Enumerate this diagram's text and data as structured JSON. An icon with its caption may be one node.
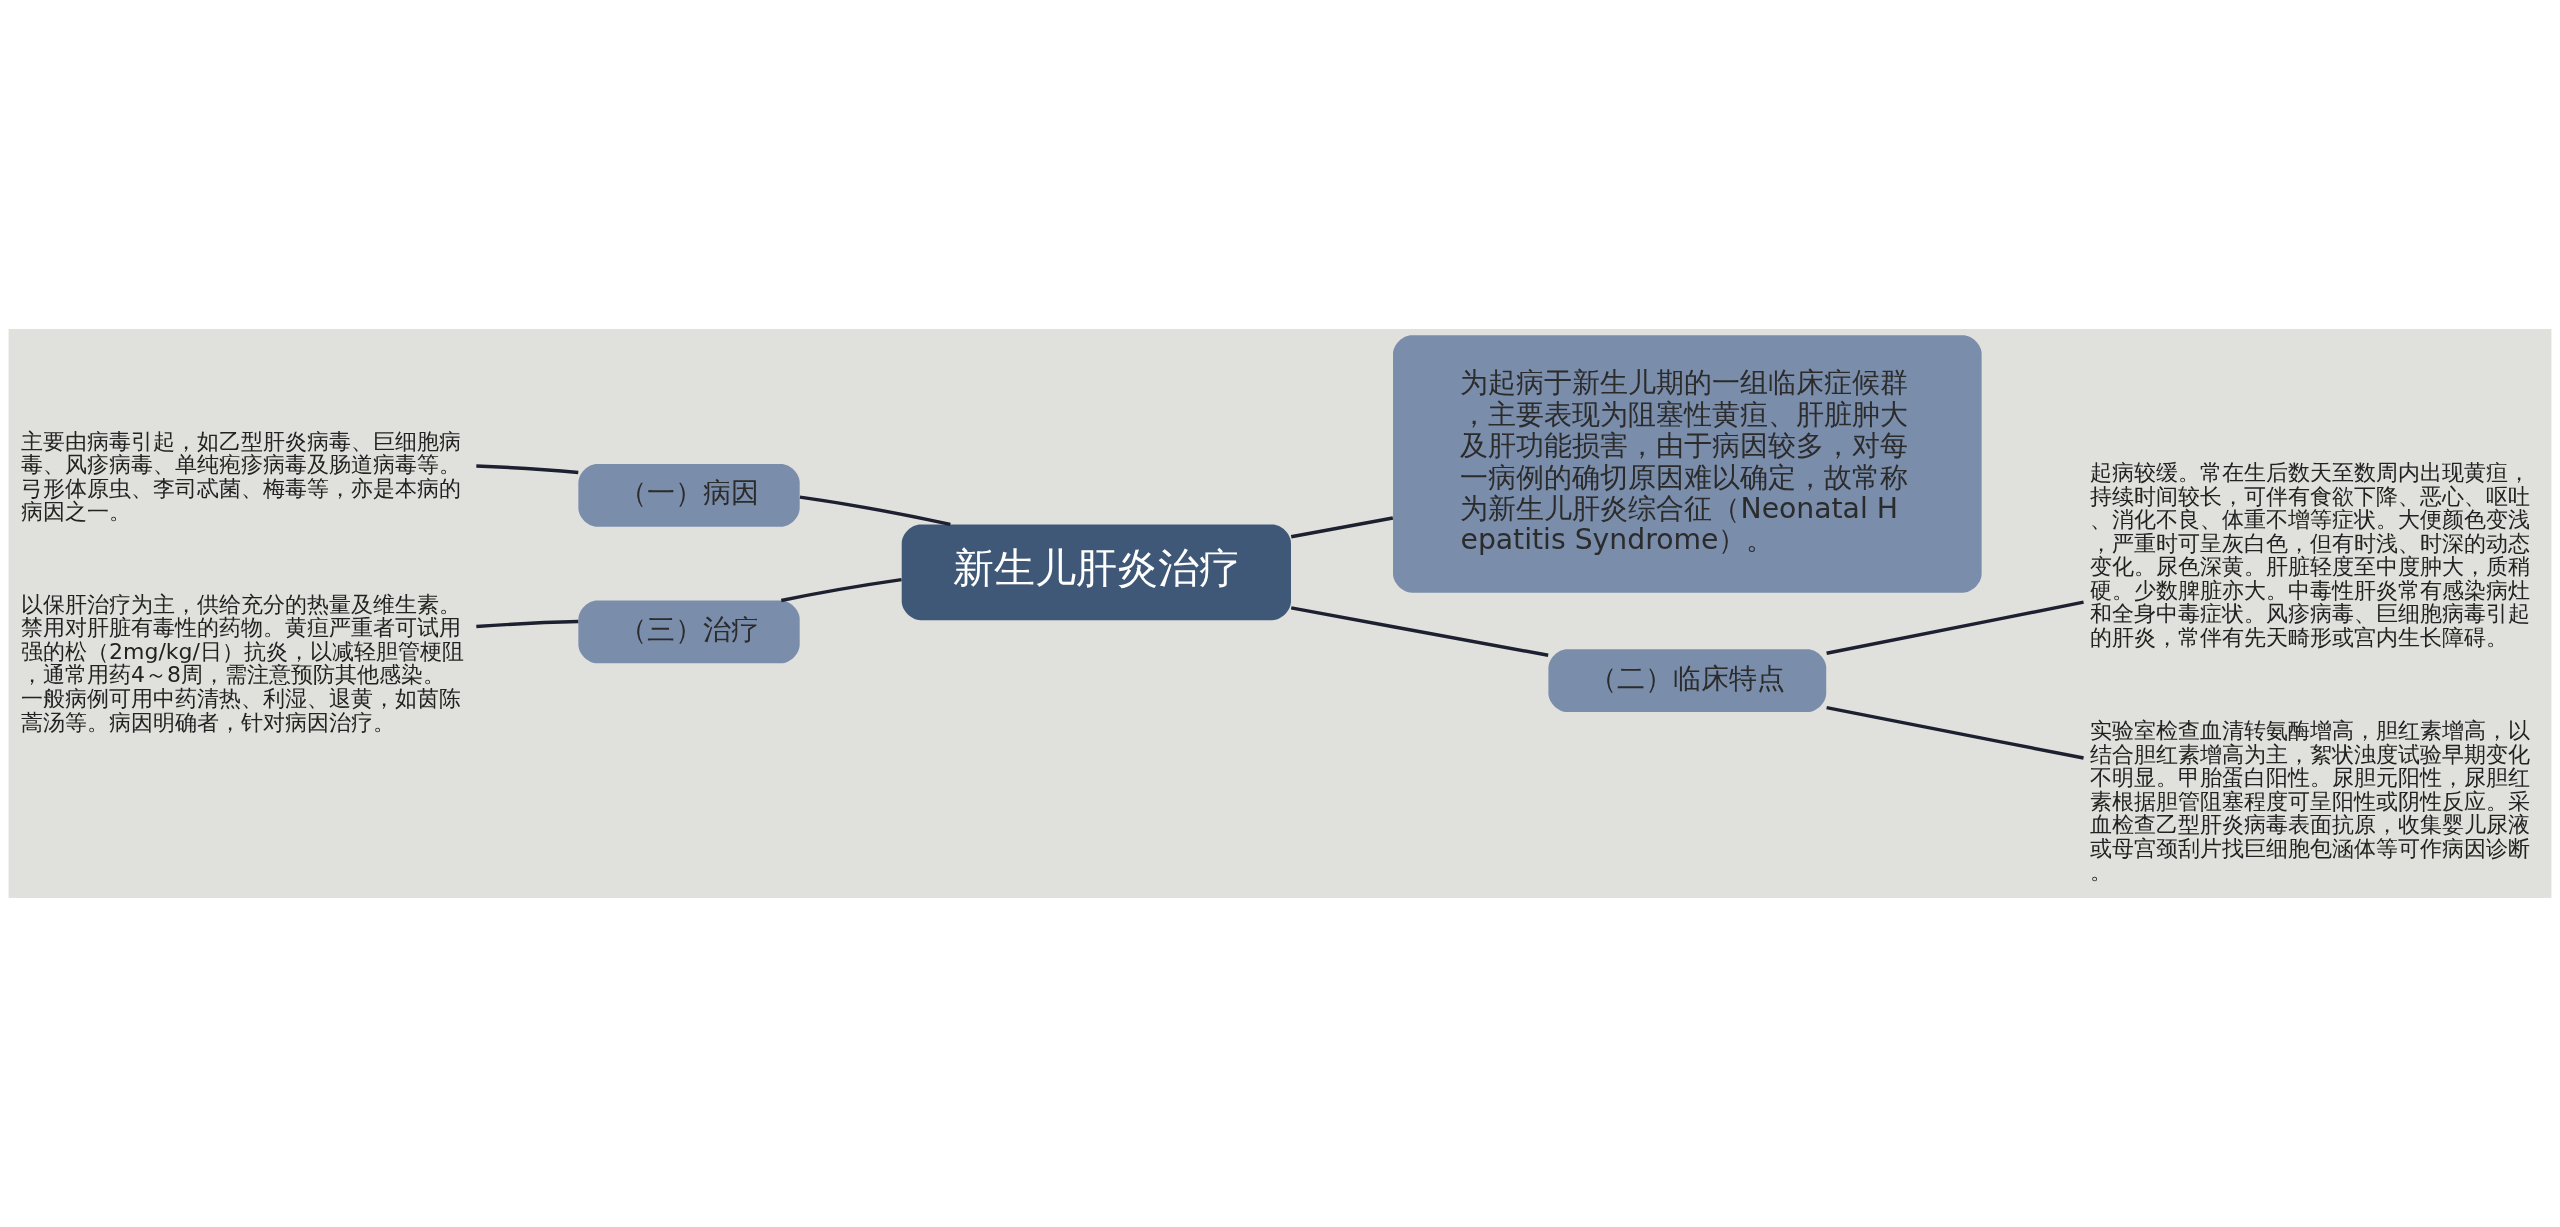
{
  "diagram": {
    "nodes": [
      {
        "text": [
          "新生儿肝炎治疗"
        ]
      },
      {
        "text": [
          "为起病于新生儿期的一组临床症候群，主要表现为阻塞性黄疸、肝脏肿大及肝功能损害，由于病因较多，对每一病例的确切原因难以确定，故常称为新生儿肝炎综合征（Neonatal Hepatitis Syndrome）。"
        ]
      },
      {
        "text": [
          "（一）病因"
        ]
      },
      {
        "text": [
          "主要由病毒引起，如乙型肝炎病毒、巨细胞病毒、风疹病毒、单纯疱疹病毒及肠道病毒等。弓形体原虫、李司忒菌、梅毒等，亦是本病的病因之一。"
        ]
      },
      {
        "text": [
          "（三）治疗"
        ]
      },
      {
        "text": [
          "以保肝治疗为主，供给充分的热量及维生素。禁用对肝脏有毒性的药物。黄疸严重者可试用强的松（2mg/kg/日）抗炎，以减轻胆管梗阻，通常用药4～8周，需注意预防其他感染。一般病例可用中药清热、利湿、退黄，如茵陈蒿汤等。病因明确者，针对病因治疗。"
        ]
      },
      {
        "text": [
          "（二）临床特点"
        ]
      },
      {
        "text": [
          "起病较缓。常在生后数天至数周内出现黄疸，持续时间较长，可伴有食欲下降、恶心、呕吐、消化不良、体重不增等症状。大便颜色变浅，严重时可呈灰白色，但有时浅、时深的动态变化。尿色深黄。肝脏轻度至中度肿大，质稍硬。少数脾脏亦大。中毒性肝炎常有感染病灶和全身中毒症状。风疹病毒、巨细胞病毒引起的肝炎，常伴有先天畸形或宫内生长障碍。"
        ]
      },
      {
        "text": [
          "实验室检查血清转氨酶增高，胆红素增高，以结合胆红素增高为主，絮状浊度试验早期变化不明显。甲胎蛋白阳性。尿胆元阳性，尿胆红素根据胆管阻塞程度可呈阳性或阴性反应。采血检查乙型肝炎病毒表面抗原，收集婴儿尿液或母宫颈刮片找巨细胞包涵体等可作病因诊断。"
        ]
      }
    ],
    "edges": [
      {
        "from": 0,
        "to": 1,
        "arrow": "none"
      },
      {
        "from": 0,
        "to": 2,
        "arrow": "none"
      },
      {
        "from": 2,
        "to": 3,
        "arrow": "none"
      },
      {
        "from": 0,
        "to": 4,
        "arrow": "none"
      },
      {
        "from": 4,
        "to": 5,
        "arrow": "none"
      },
      {
        "from": 0,
        "to": 6,
        "arrow": "none"
      },
      {
        "from": 6,
        "to": 7,
        "arrow": "none"
      },
      {
        "from": 6,
        "to": 8,
        "arrow": "none"
      }
    ]
  }
}
